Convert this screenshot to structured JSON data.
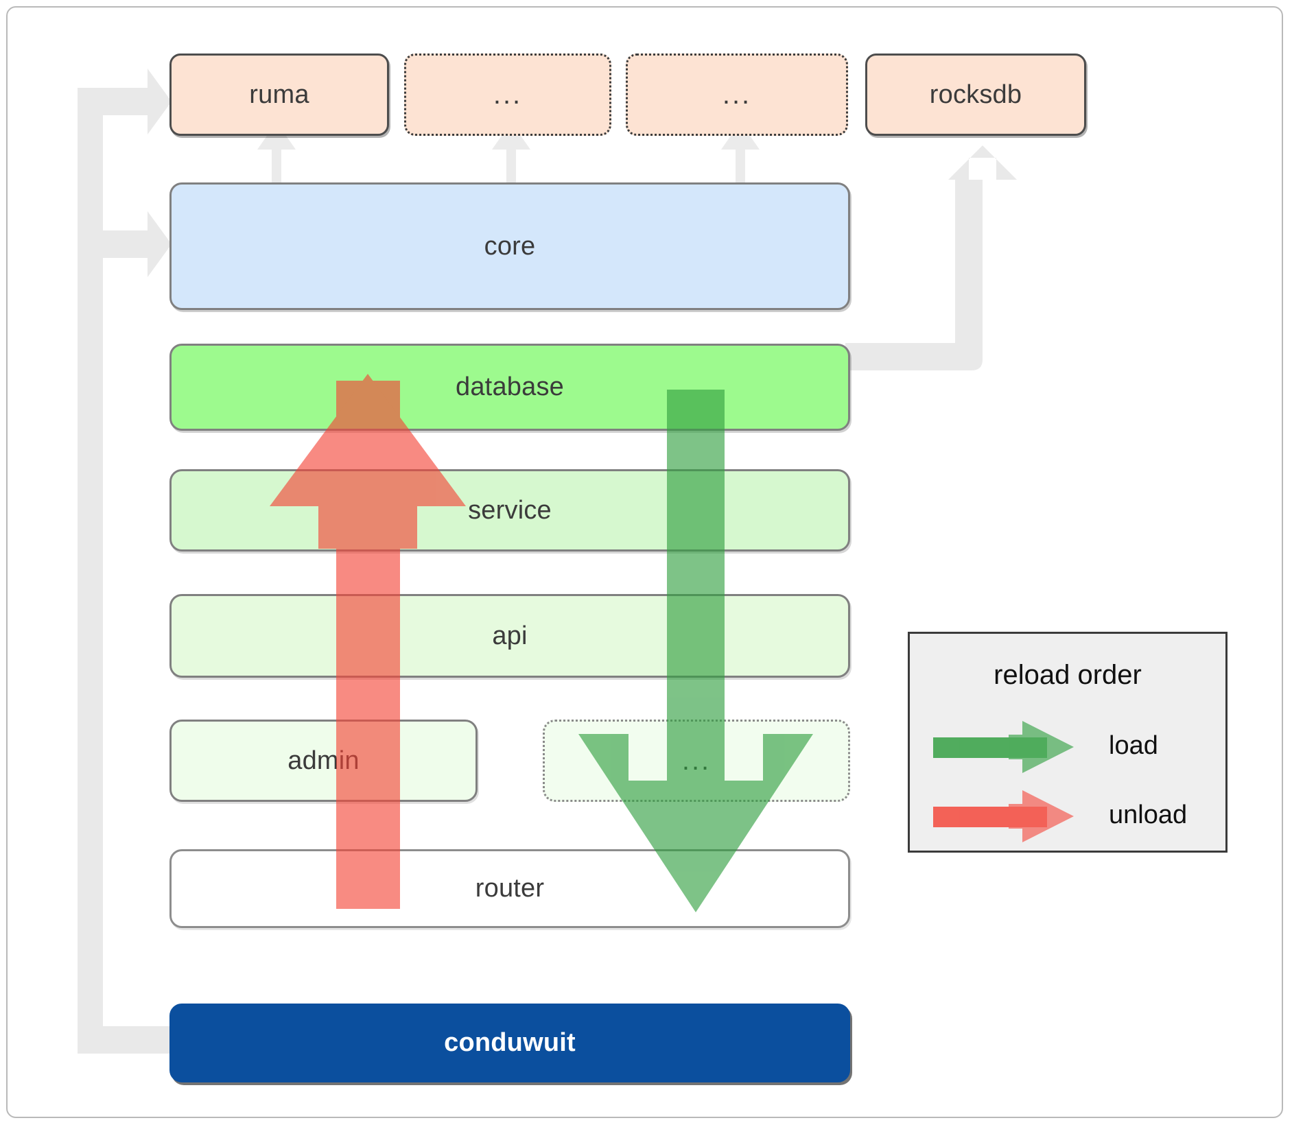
{
  "diagram": {
    "title": "conduwuit crate layering / reload order",
    "dependencies": [
      {
        "id": "ruma",
        "label": "ruma",
        "style": "solid"
      },
      {
        "id": "dep1",
        "label": "...",
        "style": "dotted"
      },
      {
        "id": "dep2",
        "label": "...",
        "style": "dotted"
      },
      {
        "id": "rocksdb",
        "label": "rocksdb",
        "style": "solid"
      }
    ],
    "layers": [
      {
        "id": "core",
        "label": "core"
      },
      {
        "id": "database",
        "label": "database"
      },
      {
        "id": "service",
        "label": "service"
      },
      {
        "id": "api",
        "label": "api"
      },
      {
        "id": "admin",
        "label": "admin"
      },
      {
        "id": "more",
        "label": "..."
      },
      {
        "id": "router",
        "label": "router"
      }
    ],
    "root": {
      "id": "conduwuit",
      "label": "conduwuit"
    }
  },
  "legend": {
    "title": "reload order",
    "entries": [
      {
        "id": "load",
        "label": "load",
        "color": "#4caf50"
      },
      {
        "id": "unload",
        "label": "unload",
        "color": "#f47272"
      }
    ]
  },
  "colors": {
    "dependency_fill": "#fde3d3",
    "core_fill": "#d4e7fb",
    "database_fill": "#9dfa8e",
    "service_fill": "#d6f8cf",
    "api_fill": "#e6fade",
    "admin_fill": "#effdeb",
    "ellipsis_fill": "#f2fdef",
    "router_fill": "#ffffff",
    "root_fill": "#0b4f9e",
    "connector": "#e8e8e8",
    "load_arrow": "#4caf50",
    "unload_arrow": "#f47272",
    "legend_bg": "#efefef"
  }
}
